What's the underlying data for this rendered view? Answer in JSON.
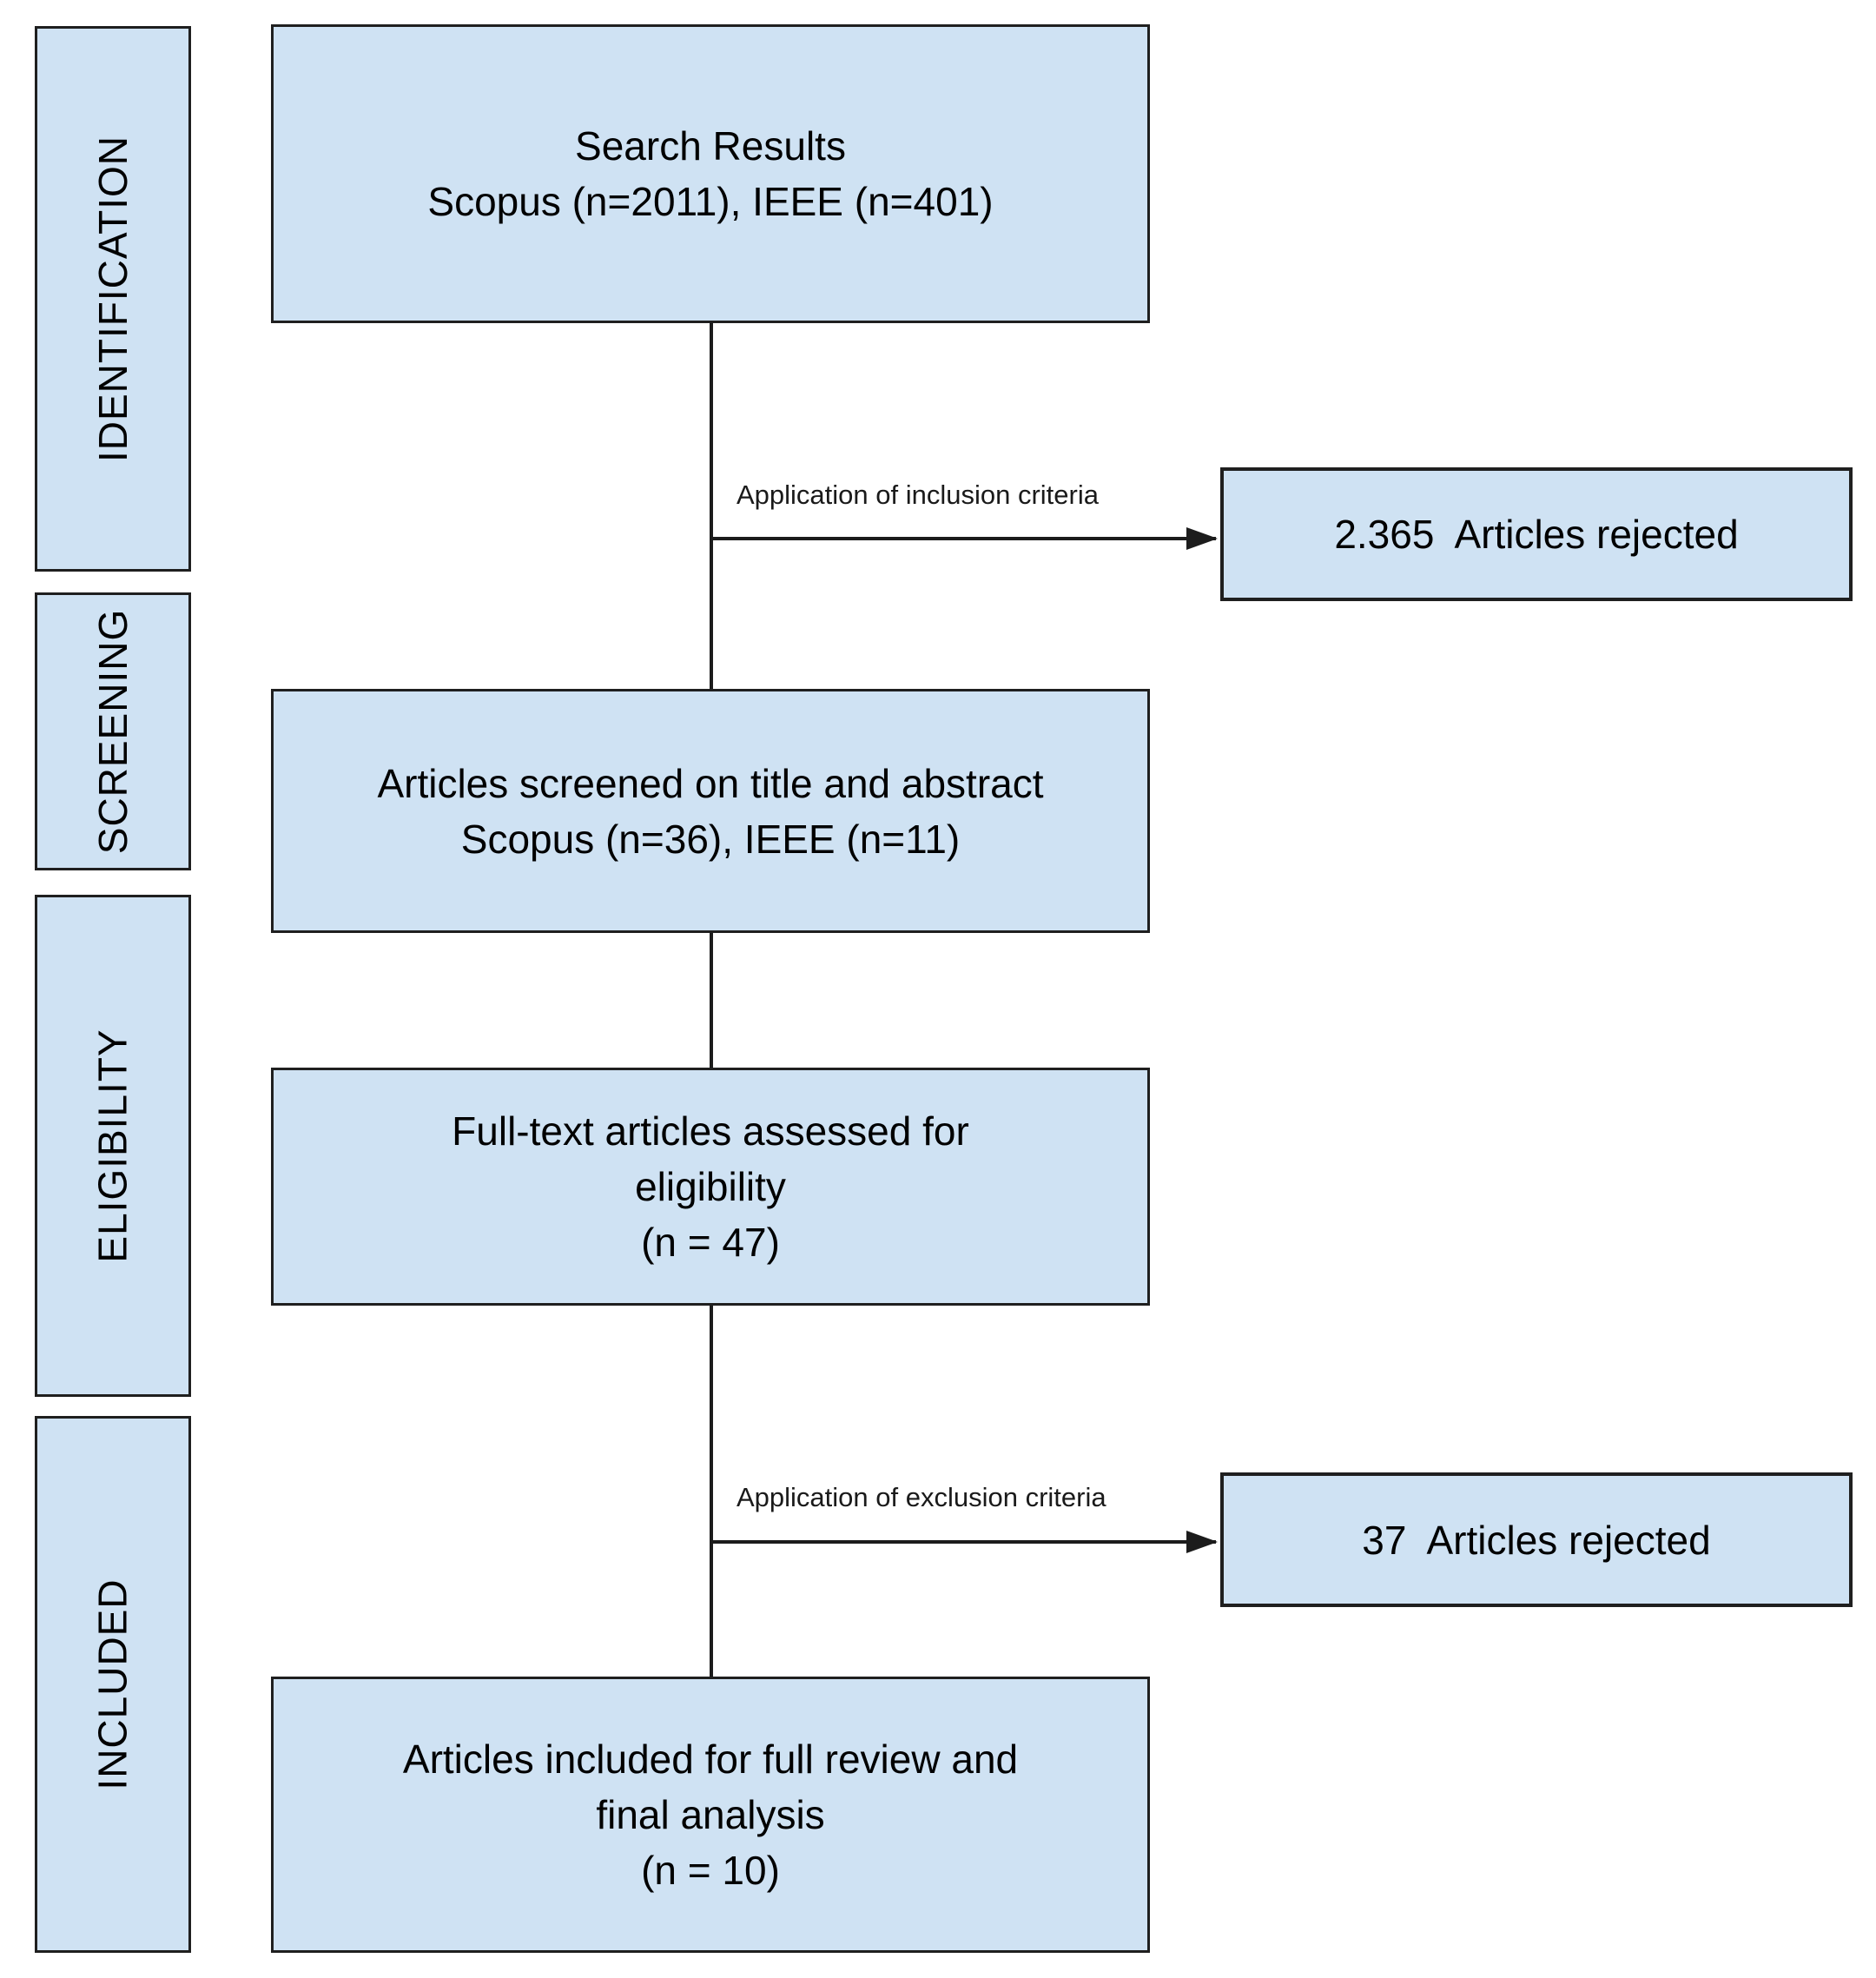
{
  "colors": {
    "box_fill": "#cfe2f3",
    "box_border": "#1f1f1f",
    "line": "#1c1c1c",
    "text": "#000000",
    "background": "#ffffff"
  },
  "sidebar": {
    "items": [
      {
        "label": "IDENTIFICATION"
      },
      {
        "label": "SCREENING"
      },
      {
        "label": "ELIGIBILITY"
      },
      {
        "label": "INCLUDED"
      }
    ]
  },
  "flow": {
    "search": {
      "lines": [
        "Search Results",
        "Scopus (n=2011), IEEE (n=401)"
      ]
    },
    "screening": {
      "lines": [
        "Articles screened on title and abstract",
        "Scopus (n=36), IEEE (n=11)"
      ]
    },
    "eligibility": {
      "lines": [
        "Full-text articles assessed for",
        "eligibility",
        "(n = 47)"
      ]
    },
    "included": {
      "lines": [
        "Articles included for full review and",
        "final analysis",
        "(n = 10)"
      ]
    }
  },
  "branches": {
    "inclusion": {
      "arrow_label": "Application of inclusion criteria",
      "result": "2.365  Articles rejected"
    },
    "exclusion": {
      "arrow_label": "Application of exclusion criteria",
      "result": "37  Articles rejected"
    }
  }
}
